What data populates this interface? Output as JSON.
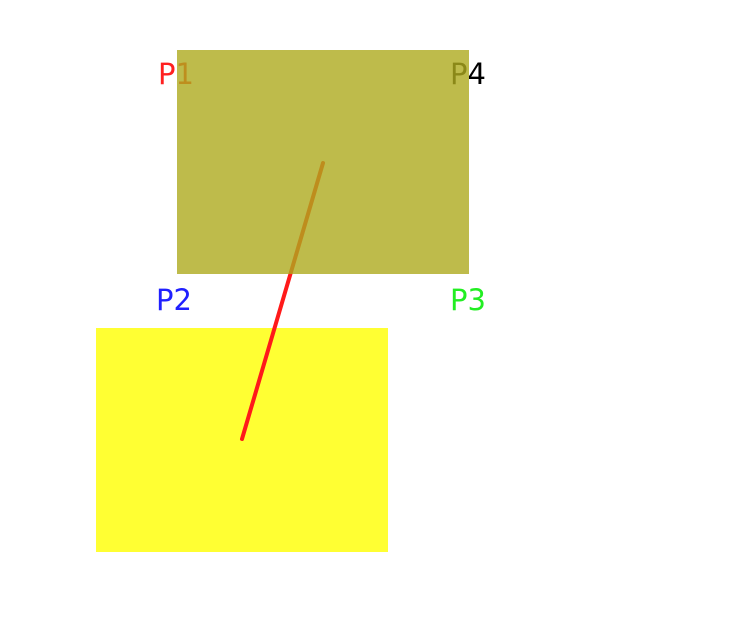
{
  "labels": {
    "p1": "P1",
    "p2": "P2",
    "p3": "P3",
    "p4": "P4"
  },
  "colors": {
    "background": "#ffffff",
    "yellow_rect": "#ffff33",
    "olive_rect": "#aeaa1e",
    "olive_opacity": "0.8",
    "line": "#ff1a1a",
    "p1": "#ff2020",
    "p2": "#2020ff",
    "p3": "#22ee22",
    "p4": "#000000"
  }
}
